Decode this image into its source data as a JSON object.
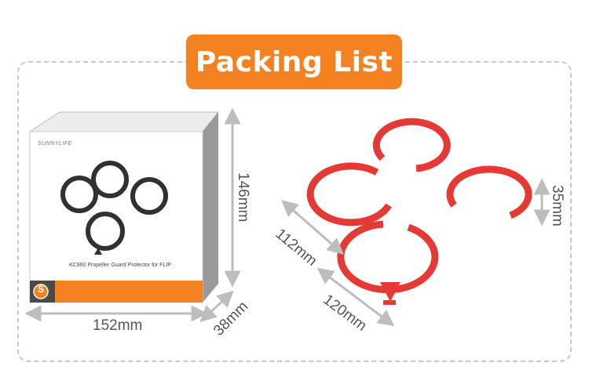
{
  "header": {
    "title": "Packing List"
  },
  "box": {
    "brand": "SUNNYLIFE",
    "caption": "KC960 Propeller Guard Protector for FLIP",
    "logo_letter": "S"
  },
  "dimensions": {
    "box_height": "146mm",
    "box_width": "152mm",
    "box_depth": "38mm",
    "guard_inner": "112mm",
    "guard_outer": "120mm",
    "guard_height": "35mm"
  },
  "colors": {
    "accent": "#f58220",
    "guard_red": "#e53935",
    "guard_dark": "#2f3133",
    "dimension_line": "#bdbdbd"
  }
}
